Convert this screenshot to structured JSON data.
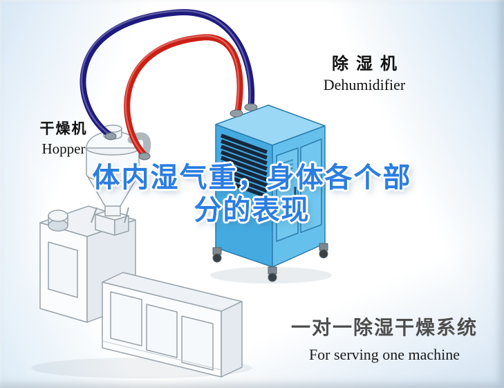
{
  "equipment_labels": {
    "dehumidifier": {
      "cn": "除湿机",
      "en": "Dehumidifier"
    },
    "hopper": {
      "cn": "干燥机",
      "en": "Hopper"
    }
  },
  "headline": {
    "line1": "体内湿气重，身体各个部",
    "line2": "分的表现"
  },
  "footer": {
    "cn": "一对一除湿干燥系统",
    "en": "For serving one machine"
  },
  "colors": {
    "headline_blue": "#2b7de0",
    "hose_blue": "#1e1a7e",
    "hose_red": "#cc1f14",
    "dehumidifier_front": "#45aadf",
    "dehumidifier_side": "#66c0ec",
    "dehumidifier_top": "#9ad8f5",
    "dehumidifier_door": "#71c7ef",
    "vent_slat": "#16283e",
    "machine_fill": "#fbfcfd",
    "machine_shade": "#e4eaef",
    "machine_outline": "#98a2aa",
    "footer_gray": "#4d4d4d",
    "background_tint": "#cfe2f3"
  },
  "scene": {
    "components": [
      "extruder-machine",
      "hopper-unit",
      "dehumidifier-unit",
      "hose-blue",
      "hose-red"
    ]
  }
}
